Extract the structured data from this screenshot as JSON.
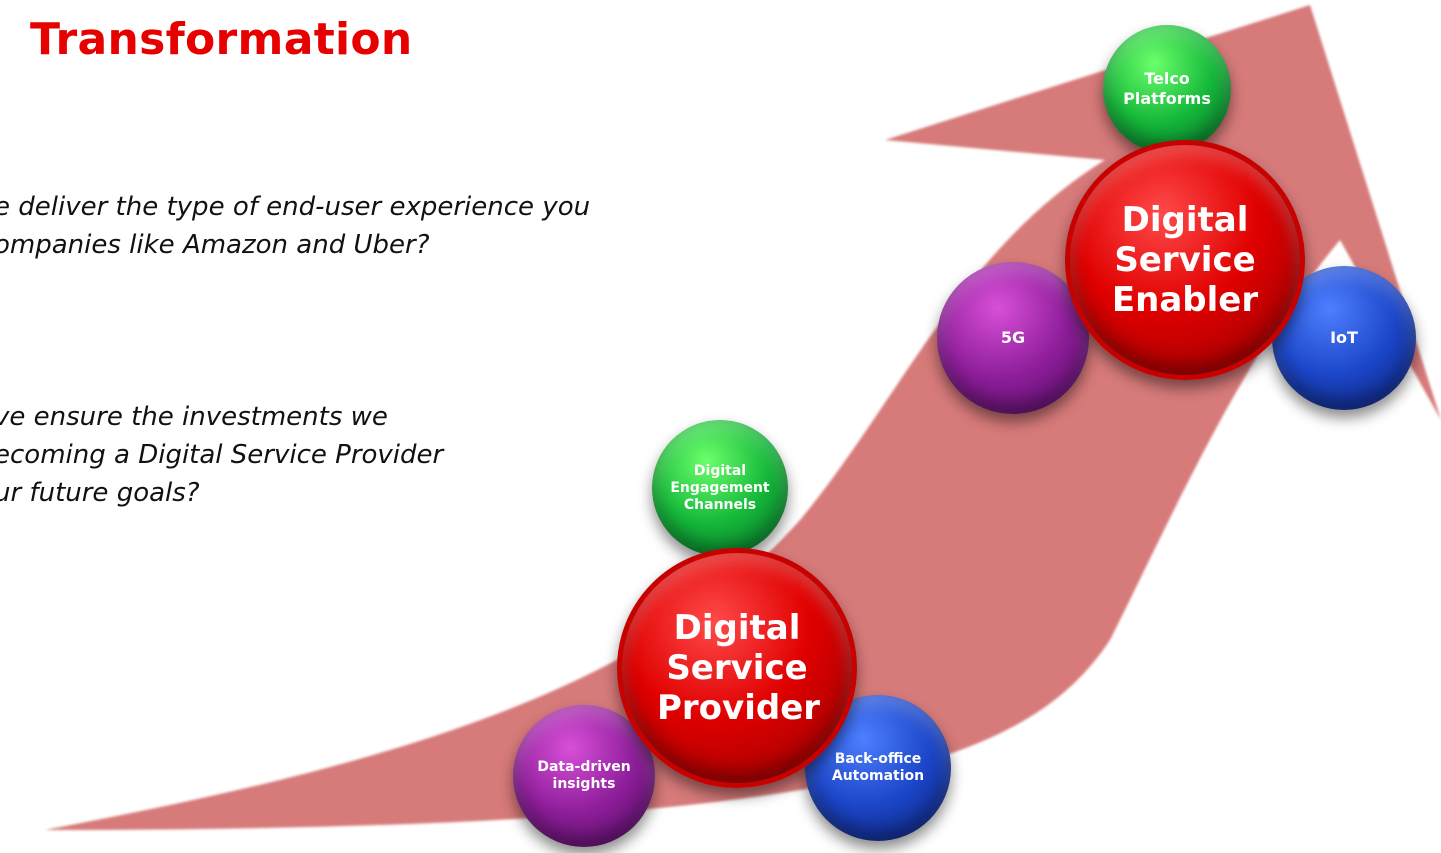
{
  "title": "Transformation",
  "questions": [
    [
      "e deliver the type of end-user experience you",
      "ompanies like Amazon and Uber?"
    ],
    [
      "ve ensure the investments we",
      "ecoming a Digital Service Provider",
      "ur future goals?"
    ]
  ],
  "provider": {
    "center": "Digital Service Provider",
    "top": "Digital Engagement Channels",
    "left": "Data-driven insights",
    "right": "Back-office Automation"
  },
  "enabler": {
    "center": "Digital Service Enabler",
    "top": "Telco Platforms",
    "left": "5G",
    "right": "IoT"
  },
  "colors": {
    "title": "#e60000",
    "arrow": "#d77a7a",
    "center": "#e00000",
    "top": "#15b83a",
    "left": "#8e1e9a",
    "right": "#1c46c8"
  }
}
